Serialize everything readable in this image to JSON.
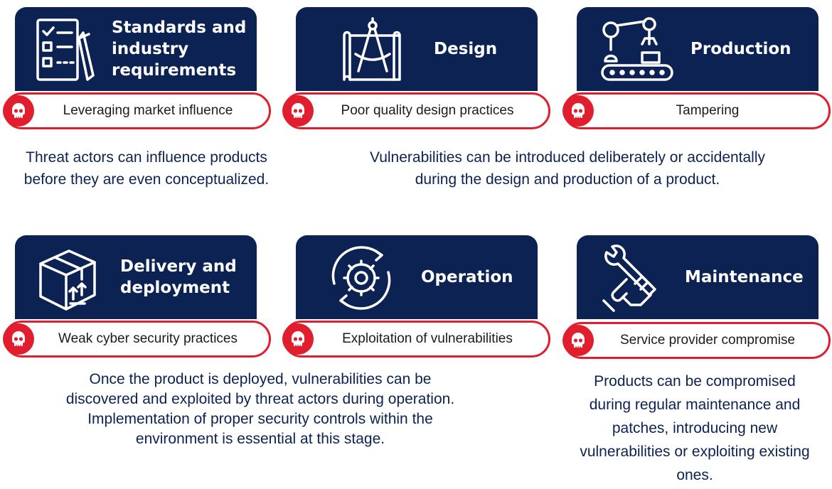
{
  "stages": [
    {
      "id": "standards",
      "title": "Standards and industry requirements",
      "threat": "Leveraging market influence",
      "icon": "checklist-icon"
    },
    {
      "id": "design",
      "title": "Design",
      "threat": "Poor quality design practices",
      "icon": "compass-blueprint-icon"
    },
    {
      "id": "production",
      "title": "Production",
      "threat": "Tampering",
      "icon": "robot-arm-conveyor-icon"
    },
    {
      "id": "delivery",
      "title": "Delivery and deployment",
      "threat": "Weak cyber security practices",
      "icon": "package-box-icon"
    },
    {
      "id": "operation",
      "title": "Operation",
      "threat": "Exploitation of vulnerabilities",
      "icon": "gear-cycle-icon"
    },
    {
      "id": "maintenance",
      "title": "Maintenance",
      "threat": "Service provider compromise",
      "icon": "wrench-hand-icon"
    }
  ],
  "descriptions": [
    "Threat actors can influence products before they are even conceptualized.",
    "Vulnerabilities can be introduced deliberately or accidentally during the design and production of a product.",
    "Once the product is deployed, vulnerabilities can be discovered and exploited by threat actors during operation.  Implementation of proper security controls within the environment is essential at this stage.",
    "Products can be compromised during regular maintenance and patches, introducing new vulnerabilities or exploiting existing ones."
  ],
  "colors": {
    "navy": "#0c2253",
    "red": "#e01e2d",
    "white": "#ffffff"
  }
}
